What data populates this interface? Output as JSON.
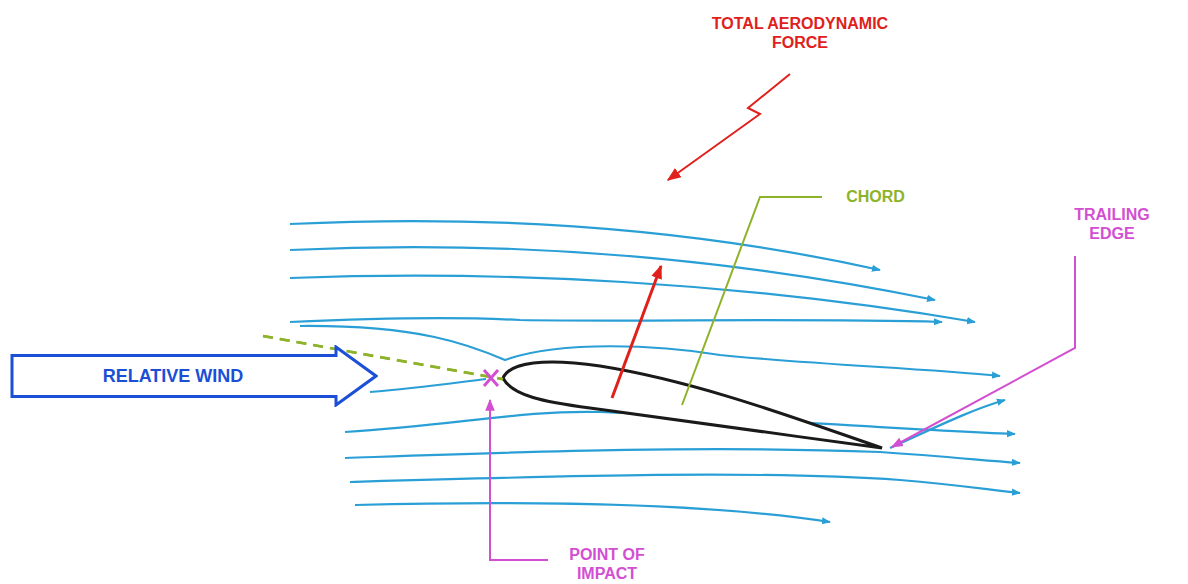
{
  "diagram": {
    "nodes": [
      {
        "text": [
          "RELATIVE WIND"
        ]
      }
    ],
    "labels": [
      "TOTAL AERODYNAMIC FORCE",
      "CHORD",
      "TRAILING EDGE",
      "POINT OF IMPACT"
    ]
  }
}
